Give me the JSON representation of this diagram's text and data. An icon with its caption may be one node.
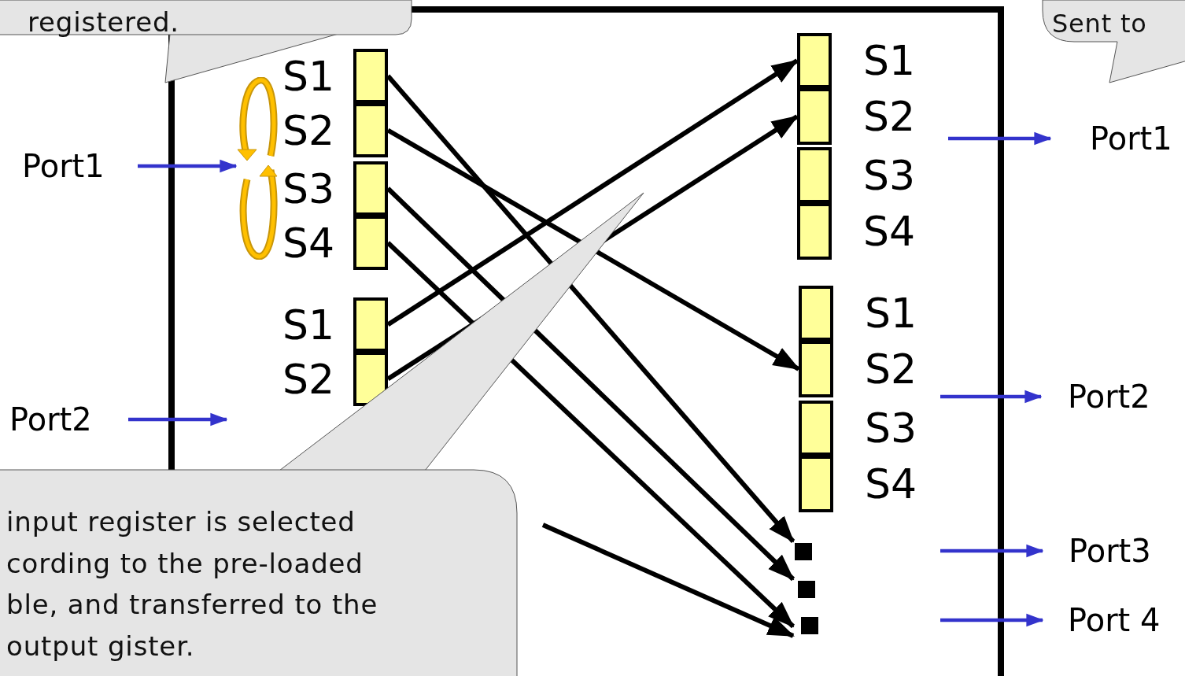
{
  "diagram": {
    "nodes": [
      {
        "text": [
          "registered."
        ]
      },
      {
        "text": [
          "Sent to"
        ]
      },
      {
        "text": [
          "Port1"
        ]
      },
      {
        "text": [
          "S1"
        ]
      },
      {
        "text": [
          "S2"
        ]
      },
      {
        "text": [
          "S3"
        ]
      },
      {
        "text": [
          "S4"
        ]
      },
      {
        "text": [
          "Port2"
        ]
      },
      {
        "text": [
          "S1"
        ]
      },
      {
        "text": [
          "S2"
        ]
      },
      {
        "text": [
          "S1"
        ]
      },
      {
        "text": [
          "S2"
        ]
      },
      {
        "text": [
          "S3"
        ]
      },
      {
        "text": [
          "S4"
        ]
      },
      {
        "text": [
          "Port1"
        ]
      },
      {
        "text": [
          "S1"
        ]
      },
      {
        "text": [
          "S2"
        ]
      },
      {
        "text": [
          "S3"
        ]
      },
      {
        "text": [
          "S4"
        ]
      },
      {
        "text": [
          "Port2"
        ]
      },
      {
        "text": [],
        "shape": "dots"
      },
      {
        "text": [
          "Port3"
        ]
      },
      {
        "text": [
          "Port 4"
        ]
      },
      {
        "text": [
          "input register is selected cording to the pre-loaded ble, and transferred to the output gister."
        ]
      },
      {
        "text": [],
        "shape": "loop"
      }
    ],
    "edges": [
      {
        "from": 2,
        "to": 24,
        "arrow": "to",
        "color": "#3333cc"
      },
      {
        "from": 7,
        "to": null,
        "arrow": "to",
        "color": "#3333cc"
      },
      {
        "from": null,
        "to": 14,
        "arrow": "to",
        "color": "#3333cc"
      },
      {
        "from": null,
        "to": 19,
        "arrow": "to",
        "color": "#3333cc"
      },
      {
        "from": null,
        "to": 21,
        "arrow": "to",
        "color": "#3333cc"
      },
      {
        "from": null,
        "to": 22,
        "arrow": "to",
        "color": "#3333cc"
      },
      {
        "from": 3,
        "to": 20,
        "arrow": "to"
      },
      {
        "from": 4,
        "to": 16,
        "arrow": "to"
      },
      {
        "from": 5,
        "to": 20,
        "arrow": "to"
      },
      {
        "from": 6,
        "to": 20,
        "arrow": "to"
      },
      {
        "from": 8,
        "to": 10,
        "arrow": "to"
      },
      {
        "from": 9,
        "to": 11,
        "arrow": "to"
      },
      {
        "from": null,
        "to": 20,
        "arrow": "to"
      }
    ]
  }
}
